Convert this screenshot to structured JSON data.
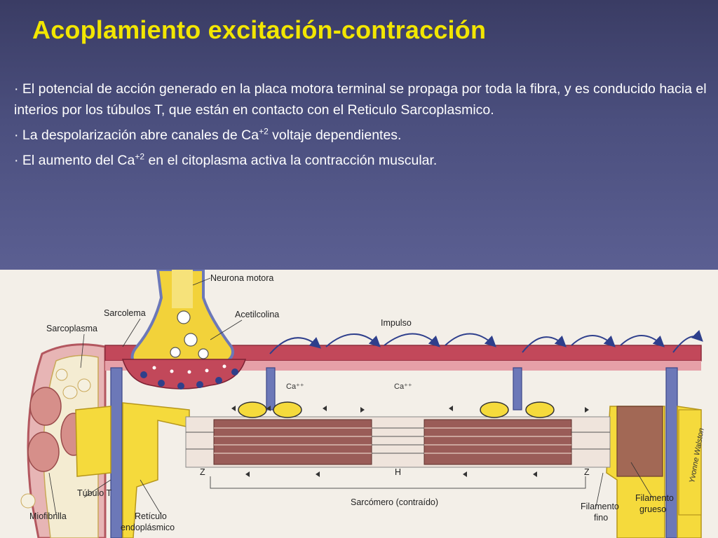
{
  "slide": {
    "title": "Acoplamiento excitación-contracción",
    "bullets": [
      {
        "prefix": "· ",
        "text": "El potencial de acción generado en la placa motora terminal se propaga por toda la fibra, y es conducido hacia el interios por los túbulos T, que están en contacto con el Reticulo Sarcoplasmico."
      },
      {
        "prefix": "· ",
        "text_before": "La despolarización abre canales de Ca",
        "sup": "+2",
        "text_after": " voltaje dependientes."
      },
      {
        "prefix": "· ",
        "text_before": "El aumento del Ca",
        "sup": "+2",
        "text_after": " en el citoplasma activa la contracción muscular."
      }
    ]
  },
  "diagram": {
    "labels": {
      "neurona_motora": "Neurona motora",
      "sarcolema": "Sarcolema",
      "sarcoplasma": "Sarcoplasma",
      "acetilcolina": "Acetilcolina",
      "impulso": "Impulso",
      "ca_left": "Ca⁺⁺",
      "ca_right": "Ca⁺⁺",
      "z_left": "Z",
      "h_zone": "H",
      "z_right": "Z",
      "tubulo_t": "Túbulo T",
      "miofibrilla": "Miofibrilla",
      "reticulo_1": "Retículo",
      "reticulo_2": "endoplásmico",
      "sarcomero": "Sarcómero (contraído)",
      "filamento_fino_1": "Filamento",
      "filamento_fino_2": "fino",
      "filamento_grueso_1": "Filamento",
      "filamento_grueso_2": "grueso",
      "signature": "Yvonne Walston"
    },
    "colors": {
      "membrane": "#c2485a",
      "membrane_light": "#e6a0a8",
      "neuron_yellow": "#f2d23a",
      "sr_yellow": "#f5da3c",
      "ttubule_blue": "#6c78b8",
      "myofibril_brown": "#9a5c58",
      "arrow_blue": "#2e3f8c"
    }
  }
}
